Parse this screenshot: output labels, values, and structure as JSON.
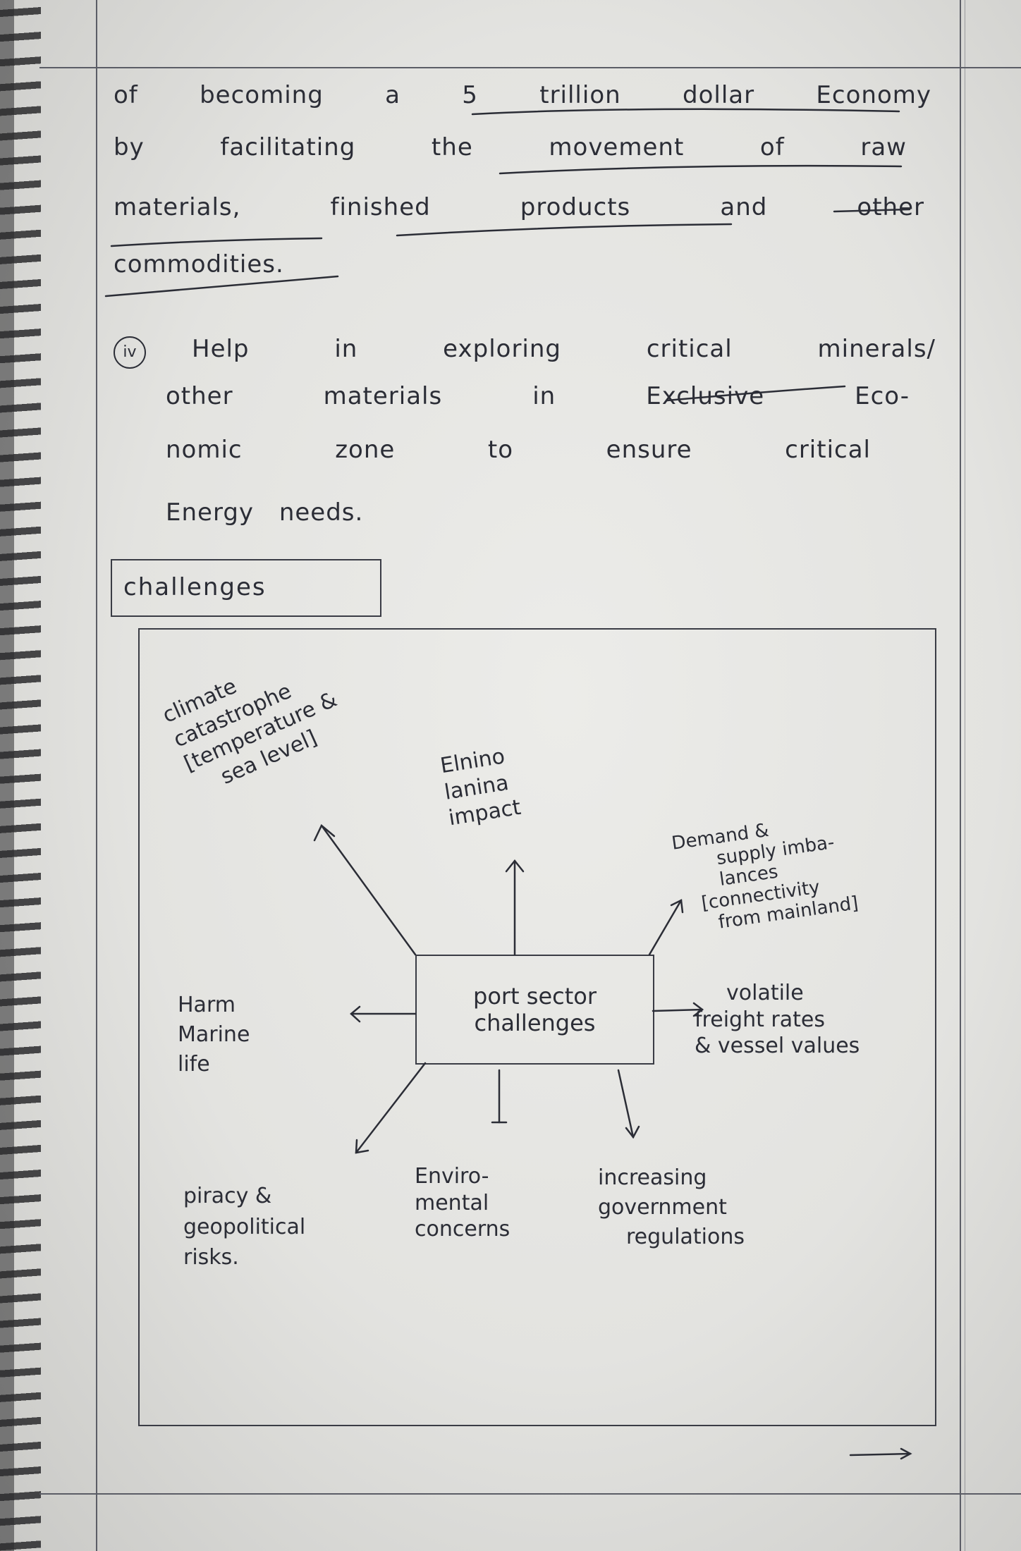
{
  "notes": {
    "lines": [
      "of becoming a 5 trillion dollar Economy",
      "by facilitating the movement of raw",
      "materials, finished products and other",
      "commodities.",
      "Help in exploring critical minerals/",
      "other materials in Exclusive Eco-",
      "nomic zone to ensure critical",
      "Energy needs."
    ],
    "point_number": "iv"
  },
  "heading": "challenges",
  "diagram": {
    "center": [
      "port sector",
      "challenges"
    ],
    "branches": {
      "climate": [
        "climate",
        "catastrophe",
        "[temperature &",
        "sea level]"
      ],
      "elnino": [
        "Elnino",
        "lanina",
        "impact"
      ],
      "demand": [
        "Demand &",
        "supply imba-",
        "lances",
        "[connectivity",
        "from mainland]"
      ],
      "volatile": [
        "volatile",
        "freight rates",
        "& vessel values"
      ],
      "marine": [
        "Harm",
        "Marine",
        "life"
      ],
      "piracy": [
        "piracy &",
        "geopolitical",
        "risks."
      ],
      "environment": [
        "Enviro-",
        "mental",
        "concerns"
      ],
      "regulations": [
        "increasing",
        "government",
        "regulations"
      ]
    }
  },
  "colors": {
    "ink": "#2b2d36",
    "paper": "#e6e6e3"
  }
}
